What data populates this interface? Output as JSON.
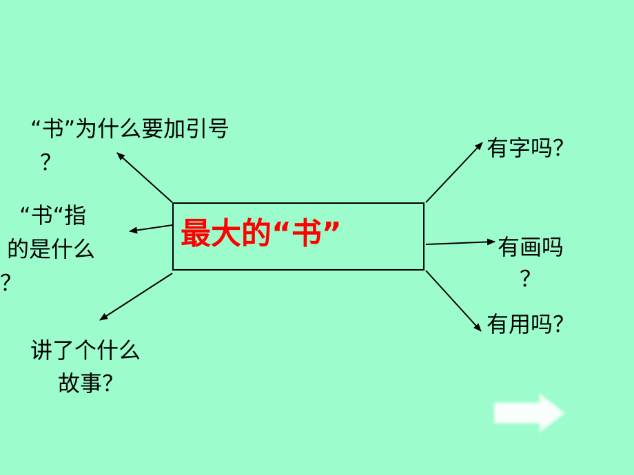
{
  "center": {
    "title": "最大的“书”"
  },
  "questions": {
    "why_quotes": [
      "“书”为什么要加引号",
      "？"
    ],
    "what_refers": [
      "“书“指",
      "的是什么",
      "？"
    ],
    "what_story": [
      "讲了个什么",
      "故事？"
    ],
    "has_words": "有字吗？",
    "has_pictures": [
      "有画吗",
      "？"
    ],
    "is_useful": "有用吗？"
  },
  "colors": {
    "background": "#9cfccc",
    "title": "#ff0000",
    "text": "#000000",
    "next_arrow": "#ffffff"
  },
  "icons": {
    "next": "next-arrow-icon"
  }
}
